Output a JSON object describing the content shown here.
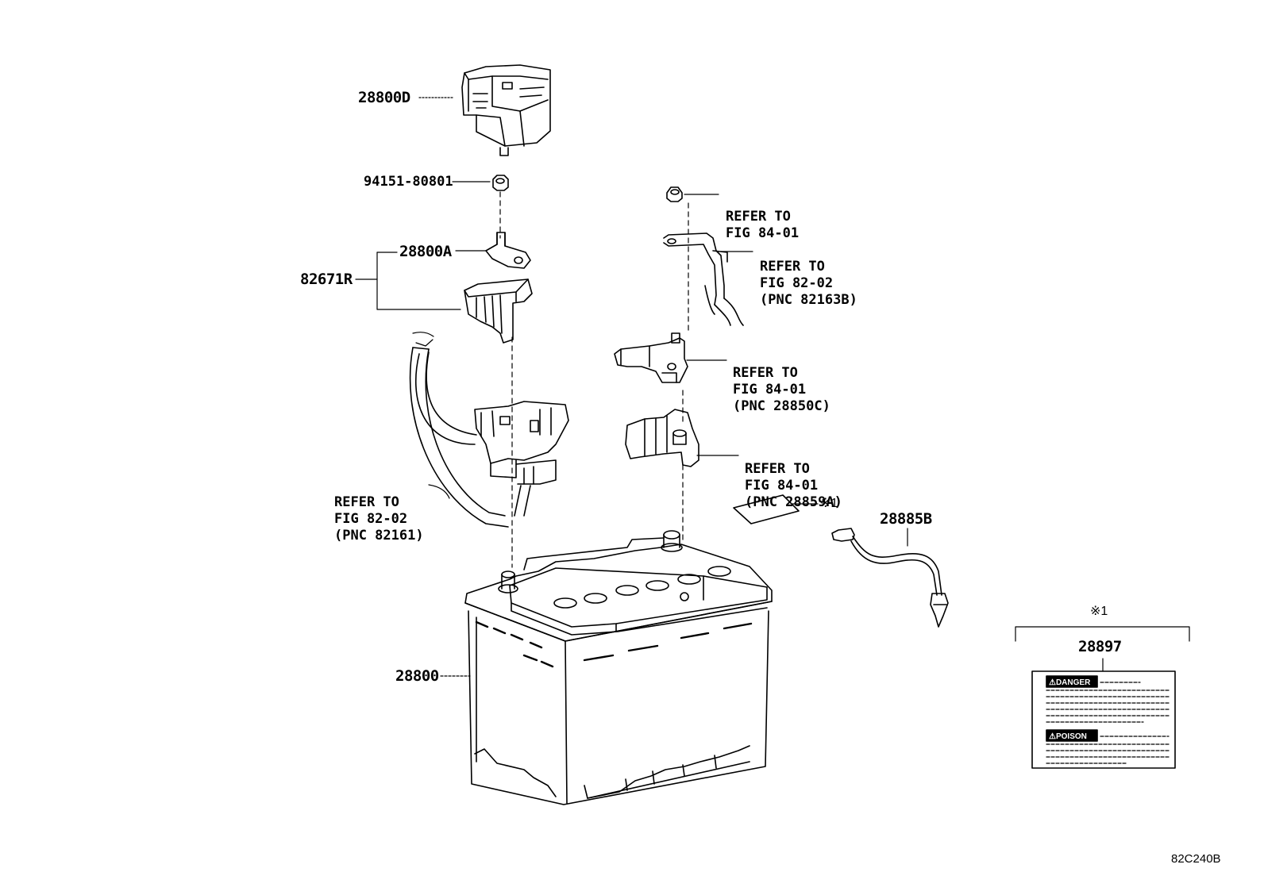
{
  "parts": {
    "p28800D": "28800D",
    "p94151": "94151-80801",
    "p28800A": "28800A",
    "p82671R": "82671R",
    "p28800": "28800",
    "p28885B": "28885B",
    "p28897": "28897"
  },
  "refs": {
    "nut_right": [
      "REFER TO",
      "FIG 84-01"
    ],
    "ground_cable": [
      "REFER TO",
      "FIG 82-02",
      "(PNC 82163B)"
    ],
    "terminal_right": [
      "REFER TO",
      "FIG 84-01",
      "(PNC 28850C)"
    ],
    "clamp_right": [
      "REFER TO",
      "FIG 84-01",
      "(PNC 28859A)"
    ],
    "positive_cable": [
      "REFER TO",
      "FIG 82-02",
      "(PNC 82161)"
    ]
  },
  "notes": {
    "mark1": "※1",
    "mark1_legend": "※1"
  },
  "label_box": {
    "danger": "⚠DANGER",
    "poison": "⚠POISON"
  },
  "figure_code": "82C240B"
}
